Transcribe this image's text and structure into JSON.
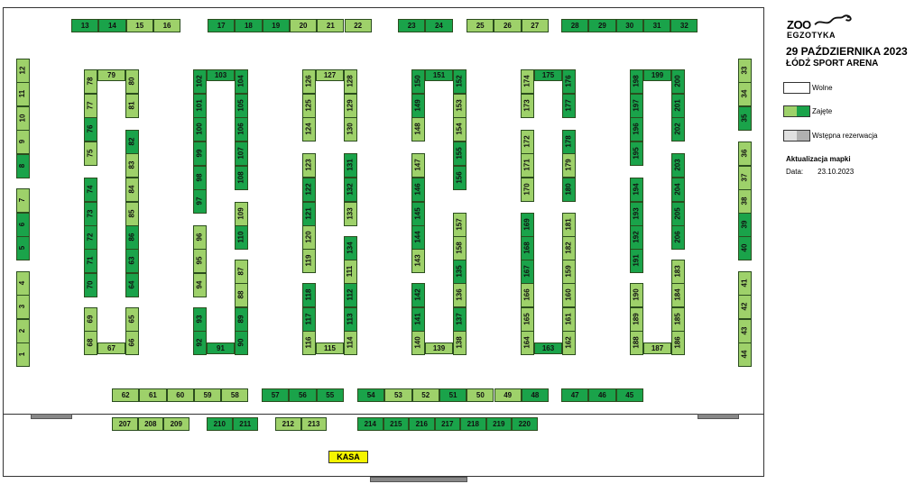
{
  "legend": {
    "logo_line1": "ZOO",
    "logo_line2": "EGZOTYKA",
    "event_date": "29 PAŹDZIERNIKA 2023",
    "event_venue": "ŁÓDŹ SPORT ARENA",
    "items": [
      {
        "label": "Wolne",
        "colors": [
          "#ffffff"
        ]
      },
      {
        "label": "Zajęte",
        "colors": [
          "#9ed16a",
          "#1aa34a"
        ]
      },
      {
        "label": "Wstępna rezerwacja",
        "colors": [
          "#e0e0e0",
          "#b0b0b0"
        ]
      }
    ],
    "update_title": "Aktualizacja mapki",
    "update_label": "Data:",
    "update_date": "23.10.2023"
  },
  "kasa_label": "KASA",
  "colors": {
    "free": "#ffffff",
    "taken_light": "#9ed16a",
    "taken_dark": "#1aa34a"
  },
  "booths": {
    "top_row": [
      {
        "n": "13",
        "s": "d"
      },
      {
        "n": "14",
        "s": "d"
      },
      {
        "n": "15",
        "s": "l"
      },
      {
        "n": "16",
        "s": "l"
      },
      {
        "n": "17",
        "s": "d"
      },
      {
        "n": "18",
        "s": "d"
      },
      {
        "n": "19",
        "s": "d"
      },
      {
        "n": "20",
        "s": "l"
      },
      {
        "n": "21",
        "s": "l"
      },
      {
        "n": "22",
        "s": "l"
      },
      {
        "n": "23",
        "s": "d"
      },
      {
        "n": "24",
        "s": "d"
      },
      {
        "n": "25",
        "s": "l"
      },
      {
        "n": "26",
        "s": "l"
      },
      {
        "n": "27",
        "s": "l"
      },
      {
        "n": "28",
        "s": "d"
      },
      {
        "n": "29",
        "s": "d"
      },
      {
        "n": "30",
        "s": "d"
      },
      {
        "n": "31",
        "s": "d"
      },
      {
        "n": "32",
        "s": "d"
      }
    ],
    "left_col": [
      {
        "n": "12",
        "s": "l"
      },
      {
        "n": "11",
        "s": "l"
      },
      {
        "n": "10",
        "s": "l"
      },
      {
        "n": "9",
        "s": "l"
      },
      {
        "n": "8",
        "s": "d"
      },
      {
        "n": "7",
        "s": "l"
      },
      {
        "n": "6",
        "s": "d"
      },
      {
        "n": "5",
        "s": "d"
      },
      {
        "n": "4",
        "s": "l"
      },
      {
        "n": "3",
        "s": "l"
      },
      {
        "n": "2",
        "s": "l"
      },
      {
        "n": "1",
        "s": "l"
      }
    ],
    "right_col": [
      {
        "n": "33",
        "s": "l"
      },
      {
        "n": "34",
        "s": "l"
      },
      {
        "n": "35",
        "s": "d"
      },
      {
        "n": "36",
        "s": "l"
      },
      {
        "n": "37",
        "s": "l"
      },
      {
        "n": "38",
        "s": "l"
      },
      {
        "n": "39",
        "s": "d"
      },
      {
        "n": "40",
        "s": "d"
      },
      {
        "n": "41",
        "s": "l"
      },
      {
        "n": "42",
        "s": "l"
      },
      {
        "n": "43",
        "s": "l"
      },
      {
        "n": "44",
        "s": "l"
      }
    ],
    "bottom_row": [
      {
        "n": "62",
        "s": "l"
      },
      {
        "n": "61",
        "s": "l"
      },
      {
        "n": "60",
        "s": "l"
      },
      {
        "n": "59",
        "s": "l"
      },
      {
        "n": "58",
        "s": "l"
      },
      {
        "n": "57",
        "s": "d"
      },
      {
        "n": "56",
        "s": "d"
      },
      {
        "n": "55",
        "s": "d"
      },
      {
        "n": "54",
        "s": "d"
      },
      {
        "n": "53",
        "s": "l"
      },
      {
        "n": "52",
        "s": "l"
      },
      {
        "n": "51",
        "s": "d"
      },
      {
        "n": "50",
        "s": "l"
      },
      {
        "n": "49",
        "s": "l"
      },
      {
        "n": "48",
        "s": "d"
      },
      {
        "n": "47",
        "s": "d"
      },
      {
        "n": "46",
        "s": "d"
      },
      {
        "n": "45",
        "s": "d"
      }
    ],
    "lower_row": [
      {
        "n": "207",
        "s": "l"
      },
      {
        "n": "208",
        "s": "l"
      },
      {
        "n": "209",
        "s": "l"
      },
      {
        "n": "210",
        "s": "d"
      },
      {
        "n": "211",
        "s": "d"
      },
      {
        "n": "212",
        "s": "l"
      },
      {
        "n": "213",
        "s": "l"
      },
      {
        "n": "214",
        "s": "d"
      },
      {
        "n": "215",
        "s": "d"
      },
      {
        "n": "216",
        "s": "d"
      },
      {
        "n": "217",
        "s": "d"
      },
      {
        "n": "218",
        "s": "d"
      },
      {
        "n": "219",
        "s": "d"
      },
      {
        "n": "220",
        "s": "d"
      }
    ],
    "islands": [
      {
        "top": "79",
        "top_s": "l",
        "left": [
          {
            "n": "78",
            "s": "l"
          },
          {
            "n": "77",
            "s": "l"
          },
          {
            "n": "76",
            "s": "d"
          },
          {
            "n": "75",
            "s": "l"
          },
          {
            "n": "74",
            "s": "d"
          },
          {
            "n": "73",
            "s": "d"
          },
          {
            "n": "72",
            "s": "d"
          },
          {
            "n": "71",
            "s": "d"
          },
          {
            "n": "70",
            "s": "d"
          },
          {
            "n": "69",
            "s": "l"
          },
          {
            "n": "68",
            "s": "l"
          }
        ],
        "right": [
          {
            "n": "80",
            "s": "l"
          },
          {
            "n": "81",
            "s": "l"
          },
          {
            "n": "82",
            "s": "d"
          },
          {
            "n": "83",
            "s": "l"
          },
          {
            "n": "84",
            "s": "l"
          },
          {
            "n": "85",
            "s": "l"
          },
          {
            "n": "86",
            "s": "d"
          },
          {
            "n": "63",
            "s": "d"
          },
          {
            "n": "64",
            "s": "d"
          },
          {
            "n": "65",
            "s": "l"
          },
          {
            "n": "66",
            "s": "l"
          }
        ],
        "bottom": "67",
        "bottom_s": "l"
      },
      {
        "top": "103",
        "top_s": "d",
        "left": [
          {
            "n": "102",
            "s": "d"
          },
          {
            "n": "101",
            "s": "d"
          },
          {
            "n": "100",
            "s": "d"
          },
          {
            "n": "99",
            "s": "d"
          },
          {
            "n": "98",
            "s": "d"
          },
          {
            "n": "97",
            "s": "d"
          },
          {
            "n": "96",
            "s": "l"
          },
          {
            "n": "95",
            "s": "l"
          },
          {
            "n": "94",
            "s": "l"
          },
          {
            "n": "93",
            "s": "d"
          },
          {
            "n": "92",
            "s": "d"
          }
        ],
        "right": [
          {
            "n": "104",
            "s": "d"
          },
          {
            "n": "105",
            "s": "d"
          },
          {
            "n": "106",
            "s": "d"
          },
          {
            "n": "107",
            "s": "d"
          },
          {
            "n": "108",
            "s": "d"
          },
          {
            "n": "109",
            "s": "l"
          },
          {
            "n": "110",
            "s": "d"
          },
          {
            "n": "87",
            "s": "l"
          },
          {
            "n": "88",
            "s": "l"
          },
          {
            "n": "89",
            "s": "d"
          },
          {
            "n": "90",
            "s": "d"
          }
        ],
        "bottom": "91",
        "bottom_s": "d"
      },
      {
        "top": "127",
        "top_s": "l",
        "left": [
          {
            "n": "126",
            "s": "l"
          },
          {
            "n": "125",
            "s": "l"
          },
          {
            "n": "124",
            "s": "l"
          },
          {
            "n": "123",
            "s": "l"
          },
          {
            "n": "122",
            "s": "d"
          },
          {
            "n": "121",
            "s": "d"
          },
          {
            "n": "120",
            "s": "l"
          },
          {
            "n": "119",
            "s": "l"
          },
          {
            "n": "118",
            "s": "d"
          },
          {
            "n": "117",
            "s": "d"
          },
          {
            "n": "116",
            "s": "l"
          }
        ],
        "right": [
          {
            "n": "128",
            "s": "l"
          },
          {
            "n": "129",
            "s": "l"
          },
          {
            "n": "130",
            "s": "l"
          },
          {
            "n": "131",
            "s": "d"
          },
          {
            "n": "132",
            "s": "d"
          },
          {
            "n": "133",
            "s": "l"
          },
          {
            "n": "134",
            "s": "d"
          },
          {
            "n": "111",
            "s": "l"
          },
          {
            "n": "112",
            "s": "d"
          },
          {
            "n": "113",
            "s": "d"
          },
          {
            "n": "114",
            "s": "l"
          }
        ],
        "bottom": "115",
        "bottom_s": "l"
      },
      {
        "top": "151",
        "top_s": "d",
        "left": [
          {
            "n": "150",
            "s": "d"
          },
          {
            "n": "149",
            "s": "d"
          },
          {
            "n": "148",
            "s": "l"
          },
          {
            "n": "147",
            "s": "l"
          },
          {
            "n": "146",
            "s": "d"
          },
          {
            "n": "145",
            "s": "d"
          },
          {
            "n": "144",
            "s": "d"
          },
          {
            "n": "143",
            "s": "l"
          },
          {
            "n": "142",
            "s": "d"
          },
          {
            "n": "141",
            "s": "d"
          },
          {
            "n": "140",
            "s": "l"
          }
        ],
        "right": [
          {
            "n": "152",
            "s": "d"
          },
          {
            "n": "153",
            "s": "l"
          },
          {
            "n": "154",
            "s": "l"
          },
          {
            "n": "155",
            "s": "d"
          },
          {
            "n": "156",
            "s": "d"
          },
          {
            "n": "157",
            "s": "l"
          },
          {
            "n": "158",
            "s": "l"
          },
          {
            "n": "135",
            "s": "d"
          },
          {
            "n": "136",
            "s": "l"
          },
          {
            "n": "137",
            "s": "d"
          },
          {
            "n": "138",
            "s": "l"
          }
        ],
        "bottom": "139",
        "bottom_s": "l"
      },
      {
        "top": "175",
        "top_s": "d",
        "left": [
          {
            "n": "174",
            "s": "l"
          },
          {
            "n": "173",
            "s": "l"
          },
          {
            "n": "172",
            "s": "l"
          },
          {
            "n": "171",
            "s": "l"
          },
          {
            "n": "170",
            "s": "l"
          },
          {
            "n": "169",
            "s": "d"
          },
          {
            "n": "168",
            "s": "d"
          },
          {
            "n": "167",
            "s": "d"
          },
          {
            "n": "166",
            "s": "l"
          },
          {
            "n": "165",
            "s": "l"
          },
          {
            "n": "164",
            "s": "l"
          }
        ],
        "right": [
          {
            "n": "176",
            "s": "d"
          },
          {
            "n": "177",
            "s": "d"
          },
          {
            "n": "178",
            "s": "d"
          },
          {
            "n": "179",
            "s": "l"
          },
          {
            "n": "180",
            "s": "d"
          },
          {
            "n": "181",
            "s": "l"
          },
          {
            "n": "182",
            "s": "l"
          },
          {
            "n": "159",
            "s": "l"
          },
          {
            "n": "160",
            "s": "l"
          },
          {
            "n": "161",
            "s": "l"
          },
          {
            "n": "162",
            "s": "l"
          }
        ],
        "bottom": "163",
        "bottom_s": "d"
      },
      {
        "top": "199",
        "top_s": "d",
        "left": [
          {
            "n": "198",
            "s": "d"
          },
          {
            "n": "197",
            "s": "d"
          },
          {
            "n": "196",
            "s": "d"
          },
          {
            "n": "195",
            "s": "d"
          },
          {
            "n": "194",
            "s": "d"
          },
          {
            "n": "193",
            "s": "d"
          },
          {
            "n": "192",
            "s": "d"
          },
          {
            "n": "191",
            "s": "d"
          },
          {
            "n": "190",
            "s": "l"
          },
          {
            "n": "189",
            "s": "l"
          },
          {
            "n": "188",
            "s": "l"
          }
        ],
        "right": [
          {
            "n": "200",
            "s": "d"
          },
          {
            "n": "201",
            "s": "d"
          },
          {
            "n": "202",
            "s": "d"
          },
          {
            "n": "203",
            "s": "d"
          },
          {
            "n": "204",
            "s": "d"
          },
          {
            "n": "205",
            "s": "d"
          },
          {
            "n": "206",
            "s": "d"
          },
          {
            "n": "183",
            "s": "l"
          },
          {
            "n": "184",
            "s": "l"
          },
          {
            "n": "185",
            "s": "l"
          },
          {
            "n": "186",
            "s": "l"
          }
        ],
        "bottom": "187",
        "bottom_s": "l"
      }
    ]
  }
}
